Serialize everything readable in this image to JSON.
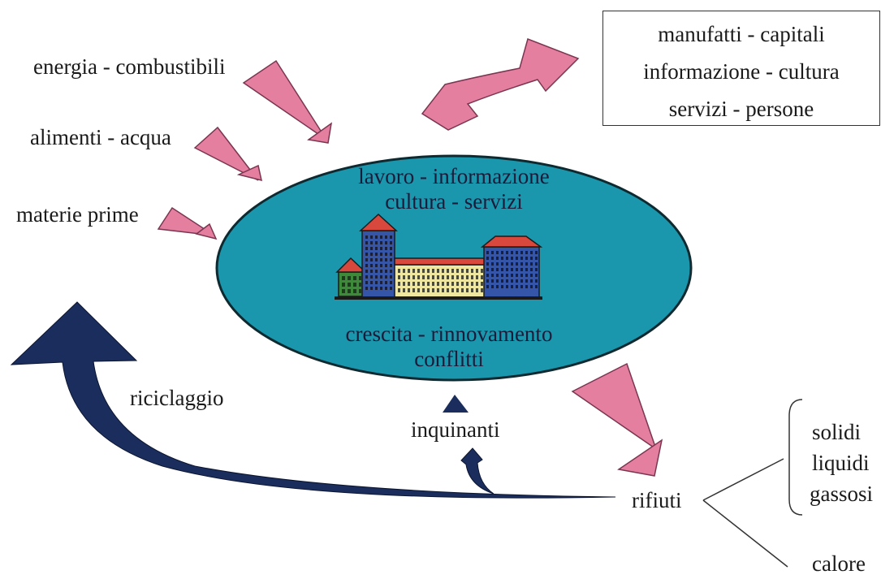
{
  "inputs": {
    "energy": "energia - combustibili",
    "food_water": "alimenti - acqua",
    "raw_materials": "materie prime"
  },
  "outputs": [
    "manufatti - capitali",
    "informazione - cultura",
    "servizi - persone"
  ],
  "center": {
    "line1": "lavoro - informazione",
    "line2": "cultura - servizi",
    "line3": "crescita - rinnovamento",
    "line4": "conflitti"
  },
  "flows": {
    "recycling": "riciclaggio",
    "pollutants": "inquinanti",
    "waste": "rifiuti"
  },
  "waste_types": {
    "solids": "solidi",
    "liquids": "liquidi",
    "gases": "gassosi",
    "heat": "calore"
  },
  "colors": {
    "ellipse_fill": "#1b97ad",
    "arrow_pink": "#e57fa0",
    "arrow_navy": "#1a2d5c",
    "roof_red": "#d8483c",
    "tower_blue": "#3556a8",
    "building_yellow": "#efe7a0"
  }
}
